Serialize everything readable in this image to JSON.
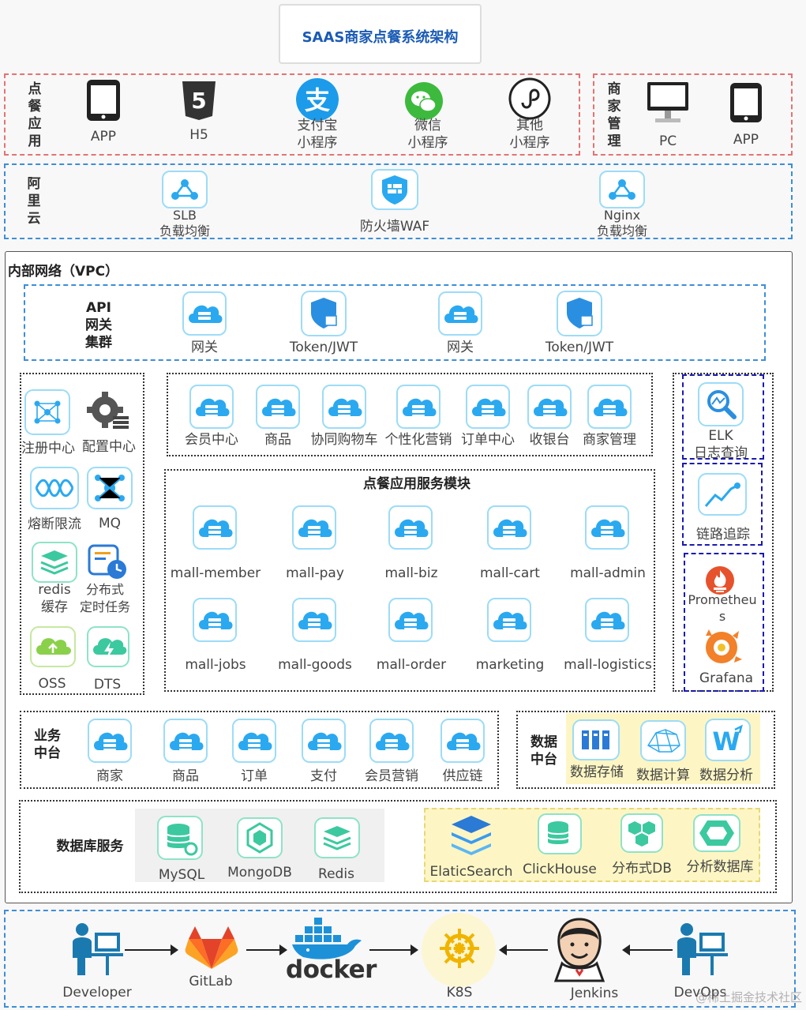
{
  "title": "SAAS商家点餐系统架构",
  "order_apps": {
    "label": "点餐应用",
    "items": [
      "APP",
      "H5",
      "支付宝\n小程序",
      "微信\n小程序",
      "其他\n小程序"
    ]
  },
  "merchant_mgmt": {
    "label": "商家管理",
    "items": [
      "PC",
      "APP"
    ]
  },
  "aliyun": {
    "label": "阿里云",
    "items": [
      "SLB\n负载均衡",
      "防火墙WAF",
      "Nginx\n负载均衡"
    ]
  },
  "vpc": {
    "label": "内部网络（VPC）",
    "api_gateway": {
      "label": "API\n网关\n集群",
      "items": [
        "网关",
        "Token/JWT",
        "网关",
        "Token/JWT"
      ]
    },
    "infra": {
      "items": [
        "注册中心",
        "配置中心",
        "熔断限流",
        "MQ",
        "redis\n缓存",
        "分布式\n定时任务",
        "OSS",
        "DTS"
      ]
    },
    "business_top": [
      "会员中心",
      "商品",
      "协同购物车",
      "个性化营销",
      "订单中心",
      "收银台",
      "商家管理"
    ],
    "service_module": {
      "title": "点餐应用服务模块",
      "row1": [
        "mall-member",
        "mall-pay",
        "mall-biz",
        "mall-cart",
        "mall-admin"
      ],
      "row2": [
        "mall-jobs",
        "mall-goods",
        "mall-order",
        "marketing",
        "mall-logistics"
      ]
    },
    "monitor": {
      "elk": "ELK\n日志查询",
      "trace": "链路追踪",
      "prometheus": "Prometheu\ns",
      "grafana": "Grafana"
    },
    "biz_platform": {
      "label": "业务\n中台",
      "items": [
        "商家",
        "商品",
        "订单",
        "支付",
        "会员营销",
        "供应链"
      ]
    },
    "data_platform": {
      "label": "数据\n中台",
      "items": [
        "数据存储",
        "数据计算",
        "数据分析"
      ]
    },
    "db_service": {
      "label": "数据库服务",
      "items": [
        "MySQL",
        "MongoDB",
        "Redis",
        "ElaticSearch",
        "ClickHouse",
        "分布式DB",
        "分析数据库"
      ]
    }
  },
  "devops": {
    "items": [
      "Developer",
      "GitLab",
      "docker",
      "K8S",
      "Jenkins",
      "DevOps"
    ],
    "watermark": "@稀土掘金技术社区"
  },
  "colors": {
    "red_border": "#e57373",
    "blue_border": "#3e8ed6",
    "navy_border": "#1a1ab0",
    "cloud_blue": "#2aa9f0",
    "teal": "#3cc9a0",
    "highlight": "#fdf6c4"
  }
}
